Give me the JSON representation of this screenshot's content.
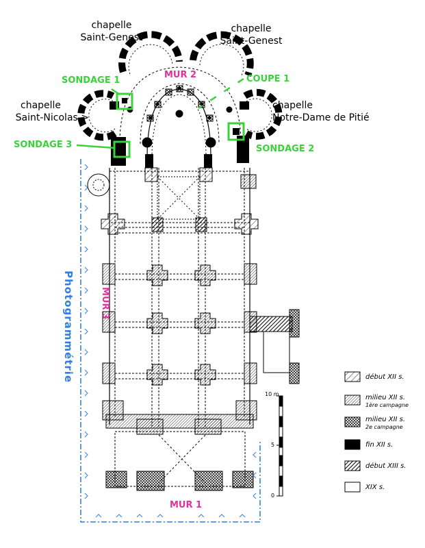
{
  "chapels": {
    "saint_genest_left_1": "chapelle",
    "saint_genest_left_2": "Saint-Genest",
    "saint_genest_right_1": "chapelle",
    "saint_genest_right_2": "Saint-Genest",
    "saint_nicolas_1": "chapelle",
    "saint_nicolas_2": "Saint-Nicolas >",
    "notre_dame_1": "chapelle",
    "notre_dame_2": "Notre-Dame de Pitié"
  },
  "annotations": {
    "sondage1": "SONDAGE 1",
    "sondage2": "SONDAGE 2",
    "sondage3": "SONDAGE 3",
    "coupe1": "COUPE 1",
    "mur1": "MUR 1",
    "mur2": "MUR 2",
    "mur3": "MUR 3",
    "photogrammetrie": "Photogrammétrie"
  },
  "legend": [
    {
      "label": "début XII s.",
      "pattern": "sparse-hatch"
    },
    {
      "label": "milieu XII s.",
      "sub": "1ère campagne",
      "pattern": "dense-hatch"
    },
    {
      "label": "milieu XII s.",
      "sub": "2e campagne",
      "pattern": "cross-hatch"
    },
    {
      "label": "fin XII s.",
      "pattern": "solid"
    },
    {
      "label": "début XIII s.",
      "pattern": "bold-hatch"
    },
    {
      "label": "XIX s.",
      "pattern": "empty"
    }
  ],
  "scale": {
    "top_label": "10 m",
    "mid_label": "5",
    "bottom_label": "0"
  },
  "colors": {
    "green": "#39d23a",
    "pink": "#e0309a",
    "blue": "#2f7fe0"
  }
}
